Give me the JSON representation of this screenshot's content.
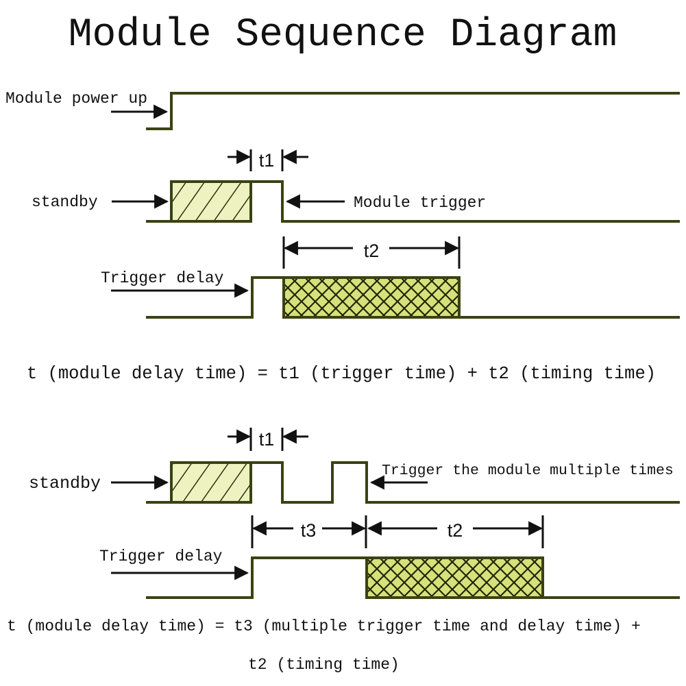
{
  "title": "Module Sequence Diagram",
  "top": {
    "power_label": "Module power up",
    "standby_label": "standby",
    "trigger_label": "Module trigger",
    "delay_label": "Trigger delay",
    "t1": "t1",
    "t2": "t2",
    "formula": "t (module delay time) = t1 (trigger time) + t2 (timing time)"
  },
  "bottom": {
    "standby_label": "standby",
    "multi_label": "Trigger the module multiple times",
    "delay_label": "Trigger delay",
    "t1": "t1",
    "t3": "t3",
    "t2": "t2",
    "formula_line1": "t (module delay time) = t3 (multiple trigger time and delay time) +",
    "formula_line2": "t2 (timing time)"
  },
  "colors": {
    "wave": "#3b4212",
    "fill": "#d7e17a",
    "text": "#111111"
  }
}
